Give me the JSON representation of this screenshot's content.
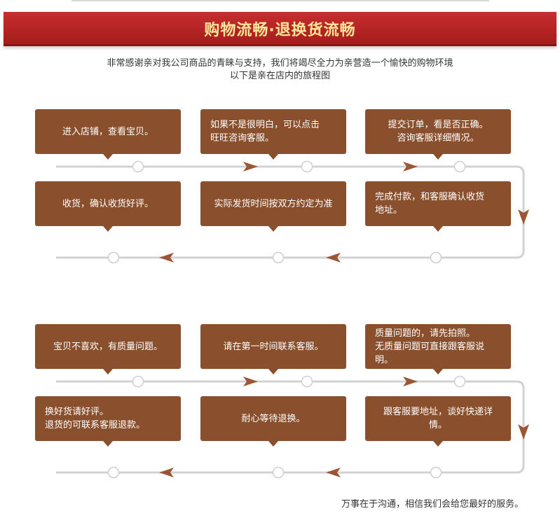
{
  "banner": {
    "title": "购物流畅·退换货流畅"
  },
  "intro": {
    "line1": "非常感谢亲对我公司商品的青睐与支持，我们将竭尽全力为亲营造一个愉快的购物环境",
    "line2": "以下是亲在店内的旅程图"
  },
  "purchase_flow": {
    "steps": [
      {
        "line1": "进入店铺，查看宝贝。",
        "line2": ""
      },
      {
        "line1": "如果不是很明白，可以点击",
        "line2": "旺旺咨询客服。"
      },
      {
        "line1": "提交订单，看是否正确。",
        "line2": "咨询客服详细情况。"
      },
      {
        "line1": "收货，确认收货好评。",
        "line2": ""
      },
      {
        "line1": "实际发货时间按双方约定为准",
        "line2": ""
      },
      {
        "line1": "完成付款，和客服确认收货",
        "line2": "地址。"
      }
    ]
  },
  "return_flow": {
    "steps": [
      {
        "line1": "宝贝不喜欢，有质量问题。",
        "line2": ""
      },
      {
        "line1": "请在第一时间联系客服。",
        "line2": ""
      },
      {
        "line1": "质量问题的，请先拍照。",
        "line2": "无质量问题可直接跟客服说明。"
      },
      {
        "line1": "换好货请好评。",
        "line2": "退货的可联系客服退款。"
      },
      {
        "line1": "耐心等待退换。",
        "line2": ""
      },
      {
        "line1": "跟客服要地址，谈好快递详情。",
        "line2": ""
      }
    ]
  },
  "footer": {
    "text": "万事在于沟通，相信我们会给您最好的服务。"
  },
  "colors": {
    "banner": "#b52222",
    "banner_text": "#ffe79a",
    "box": "#8a4f2c",
    "arrow": "#9b5634",
    "track": "#d2d2d2"
  }
}
